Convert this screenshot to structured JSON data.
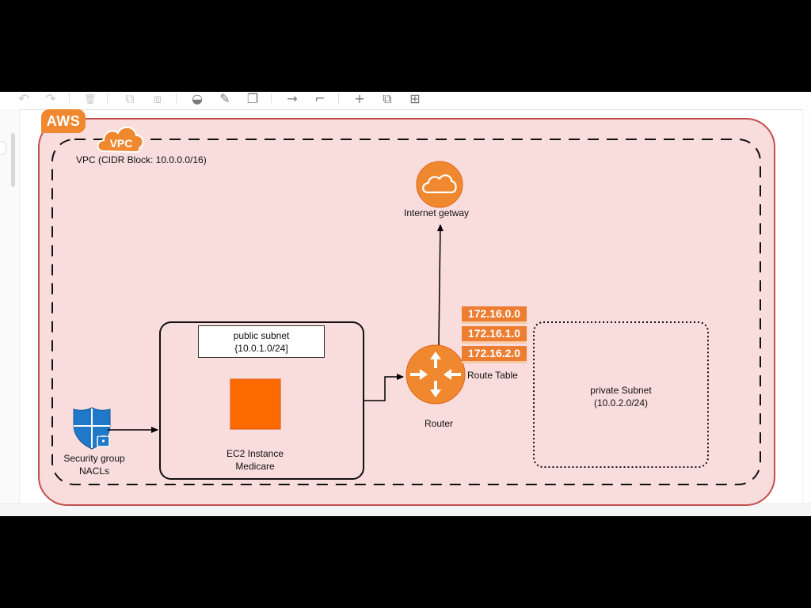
{
  "toolbar": {
    "tools": [
      {
        "name": "undo-icon",
        "glyph": "↶"
      },
      {
        "name": "redo-icon",
        "glyph": "↷"
      },
      {
        "name": "delete-icon",
        "glyph": "🗑"
      },
      {
        "name": "to-front-icon",
        "glyph": "⧉"
      },
      {
        "name": "to-back-icon",
        "glyph": "⧈"
      },
      {
        "name": "fill-color-icon",
        "glyph": "◒"
      },
      {
        "name": "line-color-icon",
        "glyph": "✎"
      },
      {
        "name": "shadow-icon",
        "glyph": "❐"
      },
      {
        "name": "connection-icon",
        "glyph": "→"
      },
      {
        "name": "waypoints-icon",
        "glyph": "⌐"
      },
      {
        "name": "insert-icon",
        "glyph": "+"
      },
      {
        "name": "shape-icon",
        "glyph": "⧉"
      },
      {
        "name": "table-icon",
        "glyph": "⊞"
      }
    ]
  },
  "diagram": {
    "aws_label": "AWS",
    "vpc_label": "VPC",
    "vpc_caption": "VPC (CIDR Block: 10.0.0.0/16)",
    "internet_gateway": "Internet getway",
    "public_subnet": {
      "line1": "public subnet",
      "line2": "{10.0.1.0/24]"
    },
    "ec2": {
      "line1": "EC2 Instance",
      "line2": "Medicare"
    },
    "security": {
      "line1": "Security group",
      "line2": "NACLs"
    },
    "router": "Router",
    "route_table": {
      "label": "Route Table",
      "entries": [
        "172.16.0.0",
        "172.16.1.0",
        "172.16.2.0"
      ]
    },
    "private_subnet": {
      "line1": "private Subnet",
      "line2": "(10.0.2.0/24)"
    }
  },
  "colors": {
    "aws_orange": "#ed7d31",
    "vpc_fill": "#f9dcdc",
    "vpc_border": "#c0504d",
    "ec2_fill": "#ff6a00",
    "shield_blue": "#1f78c8"
  }
}
